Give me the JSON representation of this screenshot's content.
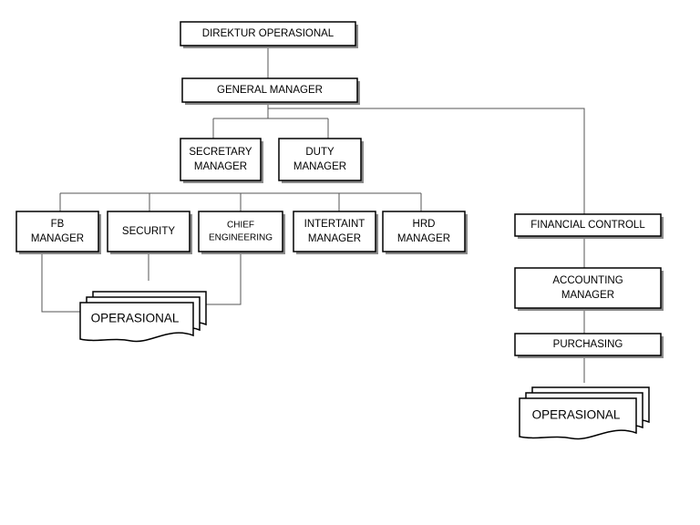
{
  "nodes": {
    "direktur": [
      "DIREKTUR OPERASIONAL"
    ],
    "gm": [
      "GENERAL MANAGER"
    ],
    "secretary": [
      "SECRETARY",
      "MANAGER"
    ],
    "duty": [
      "DUTY",
      "MANAGER"
    ],
    "fb": [
      "FB",
      "MANAGER"
    ],
    "security": [
      "SECURITY"
    ],
    "chief": [
      "CHIEF",
      "ENGINEERING"
    ],
    "intertaint": [
      "INTERTAINT",
      "MANAGER"
    ],
    "hrd": [
      "HRD",
      "MANAGER"
    ],
    "financial": [
      "FINANCIAL CONTROLL"
    ],
    "accounting": [
      "ACCOUNTING",
      "MANAGER"
    ],
    "purchasing": [
      "PURCHASING"
    ]
  },
  "documents": {
    "left": "OPERASIONAL",
    "right": "OPERASIONAL"
  }
}
